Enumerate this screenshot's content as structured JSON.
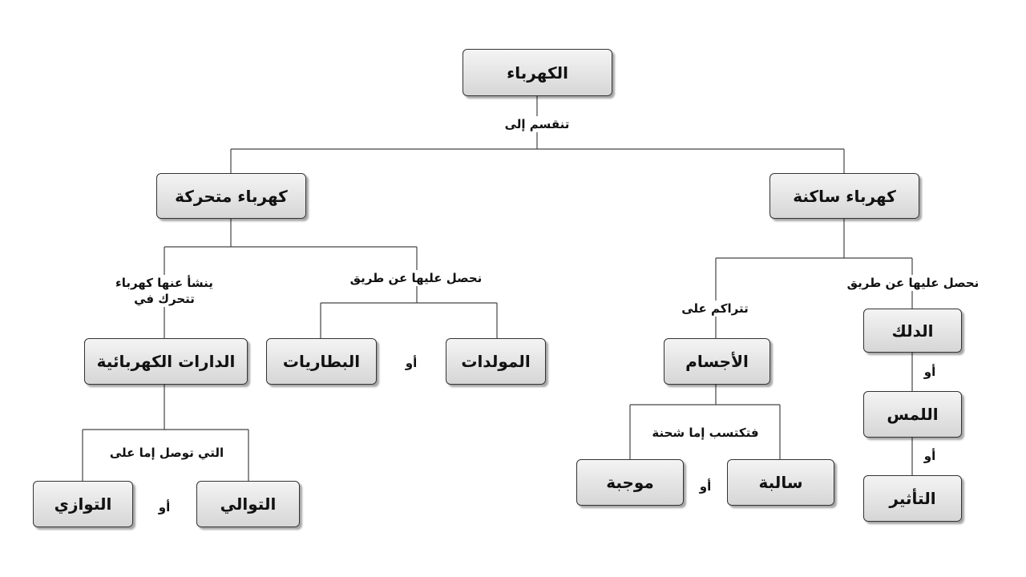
{
  "nodes": {
    "root": "الكهرباء",
    "static": "كهرباء ساكنة",
    "dynamic": "كهرباء متحركة",
    "friction": "الدلك",
    "contact": "اللمس",
    "induction": "التأثير",
    "bodies": "الأجسام",
    "negative": "سالبة",
    "positive": "موجبة",
    "generators": "المولدات",
    "batteries": "البطاريات",
    "circuits": "الدارات الكهربائية",
    "series": "التوالي",
    "parallel": "التوازي"
  },
  "labels": {
    "divides": "تنقسم إلى",
    "obtain_static": "نحصل عليها عن طريق",
    "accumulates": "تتراكم على",
    "acquire_charge": "فتكتسب إما شحنة",
    "obtain_dynamic": "نحصل عليها عن طريق",
    "flows_line1": "ينشأ عنها كهرباء",
    "flows_line2": "تتحرك في",
    "connected": "التي توصل إما على"
  },
  "connector": "أو"
}
